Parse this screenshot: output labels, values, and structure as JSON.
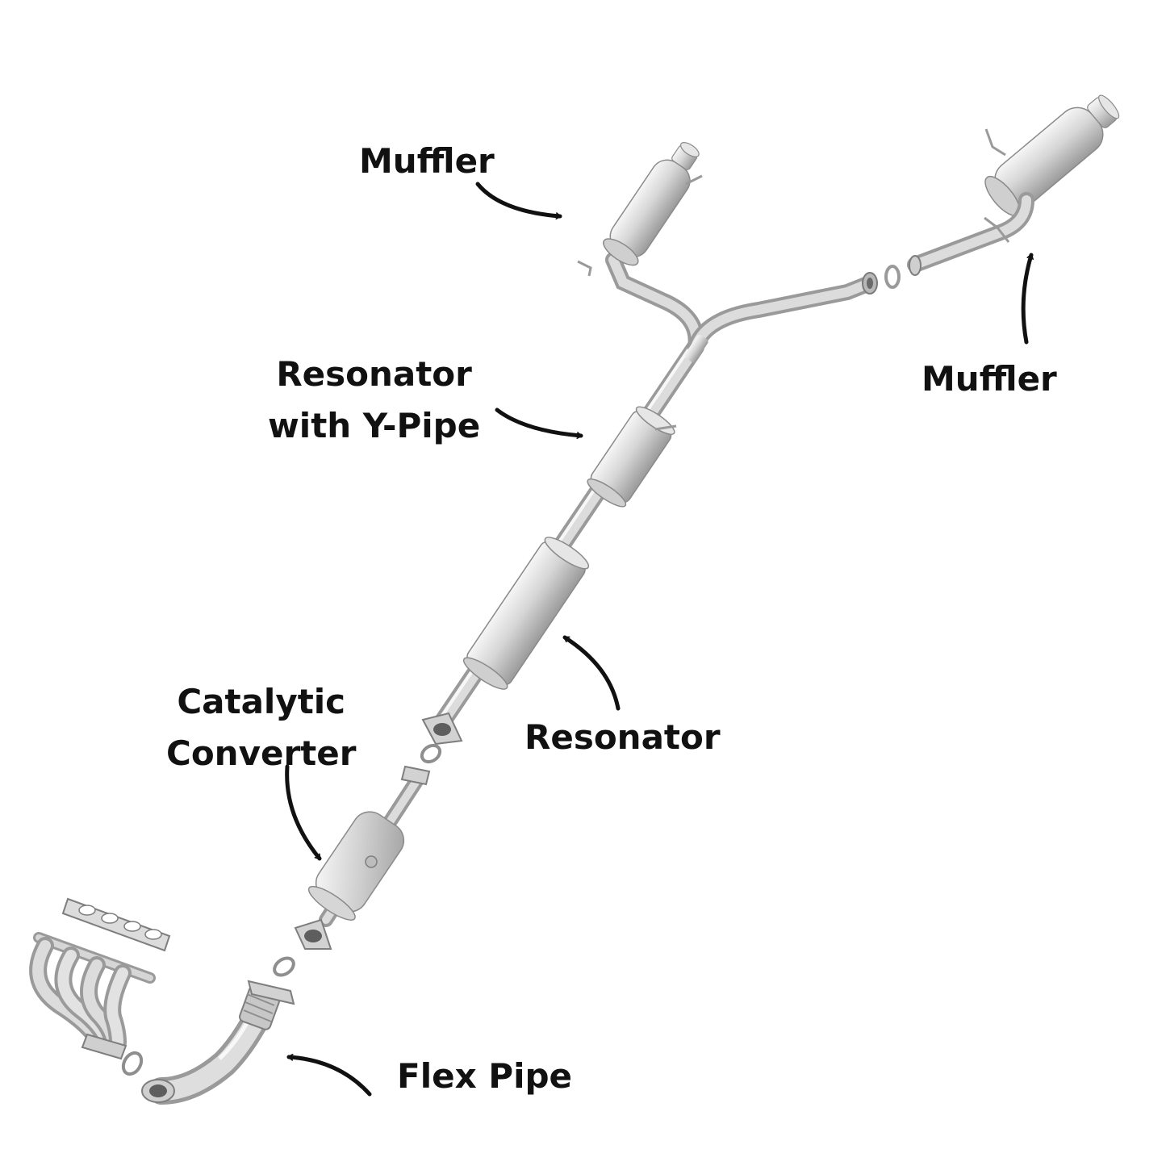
{
  "labels": {
    "muffler_left": [
      "Muffler"
    ],
    "muffler_right": [
      "Muffler"
    ],
    "resonator_y_pipe": [
      "Resonator",
      "with Y-Pipe"
    ],
    "resonator": [
      "Resonator"
    ],
    "catalytic_converter": [
      "Catalytic",
      "Converter"
    ],
    "flex_pipe": [
      "Flex Pipe"
    ]
  },
  "colors": {
    "background": "#ffffff",
    "label_text": "#111111",
    "arrow": "#111111",
    "metal_light": "#ececec",
    "metal_mid": "#c8c8c8",
    "metal_dark": "#8e8e8e"
  }
}
